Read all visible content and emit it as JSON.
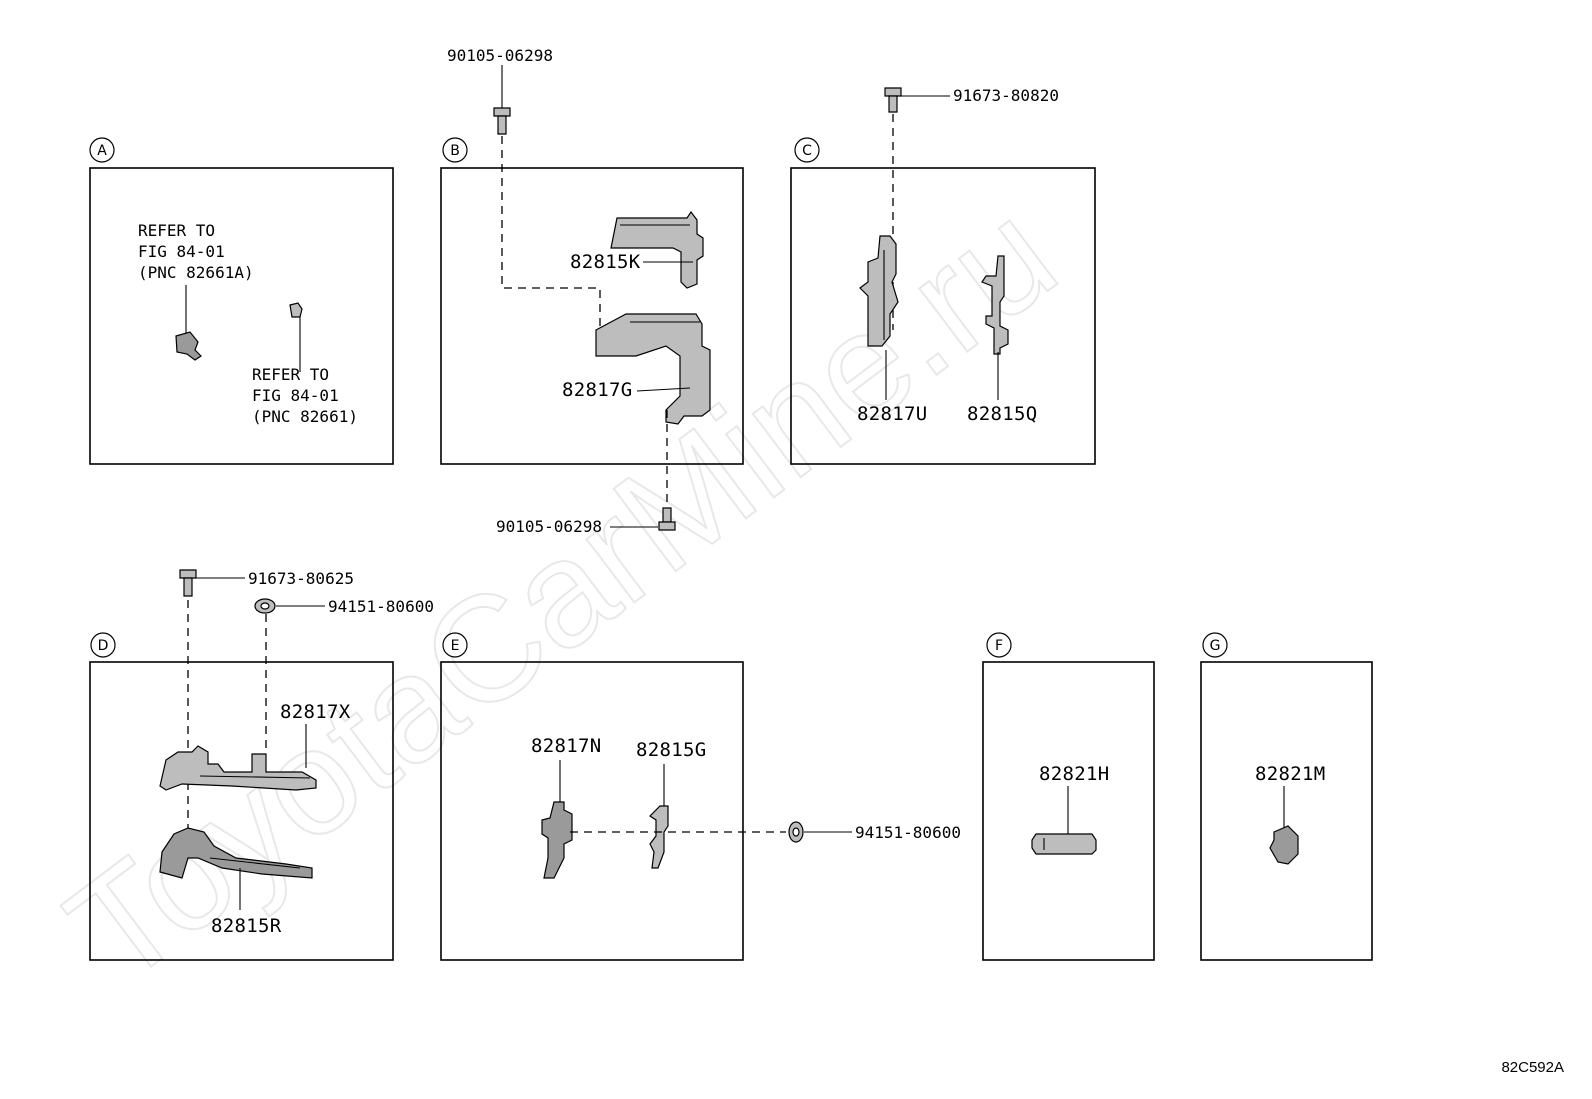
{
  "sections": {
    "A": "A",
    "B": "B",
    "C": "C",
    "D": "D",
    "E": "E",
    "F": "F",
    "G": "G"
  },
  "refer": {
    "left": [
      "REFER TO",
      "FIG 84-01",
      "(PNC 82661A)"
    ],
    "right": [
      "REFER TO",
      "FIG 84-01",
      "(PNC 82661)"
    ]
  },
  "labels": {
    "b_bolt_top": "90105-06298",
    "b_bolt_bottom": "90105-06298",
    "b_part1": "82815K",
    "b_part2": "82817G",
    "c_bolt": "91673-80820",
    "c_part1": "82817U",
    "c_part2": "82815Q",
    "d_bolt": "91673-80625",
    "d_nut": "94151-80600",
    "d_part1": "82817X",
    "d_part2": "82815R",
    "e_part1": "82817N",
    "e_part2": "82815G",
    "e_nut": "94151-80600",
    "f_part": "82821H",
    "g_part": "82821M"
  },
  "watermark": "ToyotaCarMine.ru",
  "figure_code": "82C592A"
}
